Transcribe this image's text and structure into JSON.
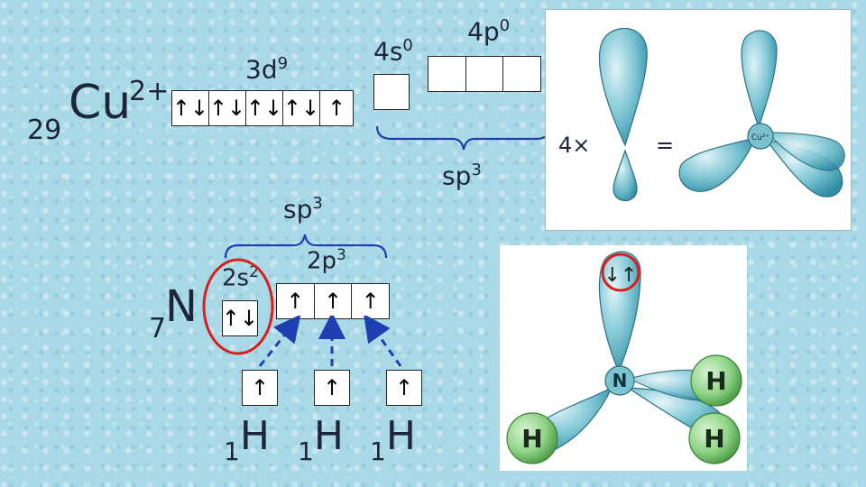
{
  "copper": {
    "atomic_number": "29",
    "symbol": "Cu",
    "charge": "2+",
    "orbital_3d": {
      "label": "3d",
      "exp": "9",
      "cells": [
        "↑↓",
        "↑↓",
        "↑↓",
        "↑↓",
        "↑"
      ]
    },
    "orbital_4s": {
      "label": "4s",
      "exp": "0"
    },
    "orbital_4p": {
      "label": "4p",
      "exp": "0"
    },
    "hybrid": {
      "label": "sp",
      "exp": "3"
    }
  },
  "nitrogen": {
    "atomic_number": "7",
    "symbol": "N",
    "orbital_2s": {
      "label": "2s",
      "exp": "2"
    },
    "orbital_2p": {
      "label": "2p",
      "exp": "3"
    },
    "hybrid": {
      "label": "sp",
      "exp": "3"
    }
  },
  "hydrogens": [
    {
      "atomic_number": "1",
      "symbol": "H"
    },
    {
      "atomic_number": "1",
      "symbol": "H"
    },
    {
      "atomic_number": "1",
      "symbol": "H"
    }
  ],
  "hybridization_panel": {
    "multiplier": "4×",
    "equals": "=",
    "center_label": "Cu²⁺"
  },
  "ammonia_panel": {
    "center_label": "N",
    "h_label": "H"
  },
  "colors": {
    "lobe": "#5ab3c6",
    "lobe_light": "#c9ecf2",
    "highlight": "#d62020",
    "arrow_blue": "#1f3fb0",
    "h_green": "#7fcf7a"
  }
}
